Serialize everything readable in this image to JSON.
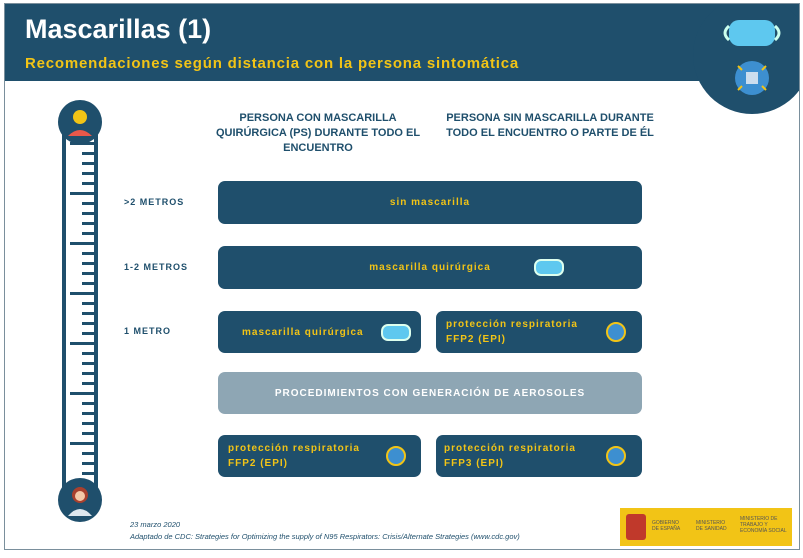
{
  "header": {
    "title": "Mascarillas (1)",
    "subtitle": "Recomendaciones según distancia con la persona sintomática"
  },
  "columns": [
    "PERSONA CON  MASCARILLA QUIRÚRGICA (PS) DURANTE TODO EL ENCUENTRO",
    "PERSONA SIN  MASCARILLA DURANTE TODO EL ENCUENTRO O PARTE DE ÉL"
  ],
  "distances": [
    ">2 METROS",
    "1-2 METROS",
    "1 METRO"
  ],
  "boxes": {
    "row1": "sin mascarilla",
    "row2": "mascarilla quirúrgica",
    "row3_left": "mascarilla quirúrgica",
    "row3_right": "protección respiratoria FFP2 (EPI)",
    "aerosols": "PROCEDIMIENTOS CON GENERACIÓN DE AEROSOLES",
    "row5_left": "protección respiratoria FFP2 (EPI)",
    "row5_right": "protección respiratoria FFP3 (EPI)"
  },
  "footer": {
    "date": "23 marzo 2020",
    "source": "Adaptado de CDC: Strategies for Optimizing the supply of N95 Respirators: Crisis/Alternate Strategies (www.cdc.gov)"
  },
  "logo": {
    "gov": "GOBIERNO DE ESPAÑA",
    "min1": "MINISTERIO DE SANIDAD",
    "min2": "MINISTERIO DE TRABAJO Y ECONOMÍA SOCIAL"
  },
  "colors": {
    "dark": "#1f4f6c",
    "yellow": "#f2c416",
    "grey": "#8ea6b4"
  }
}
